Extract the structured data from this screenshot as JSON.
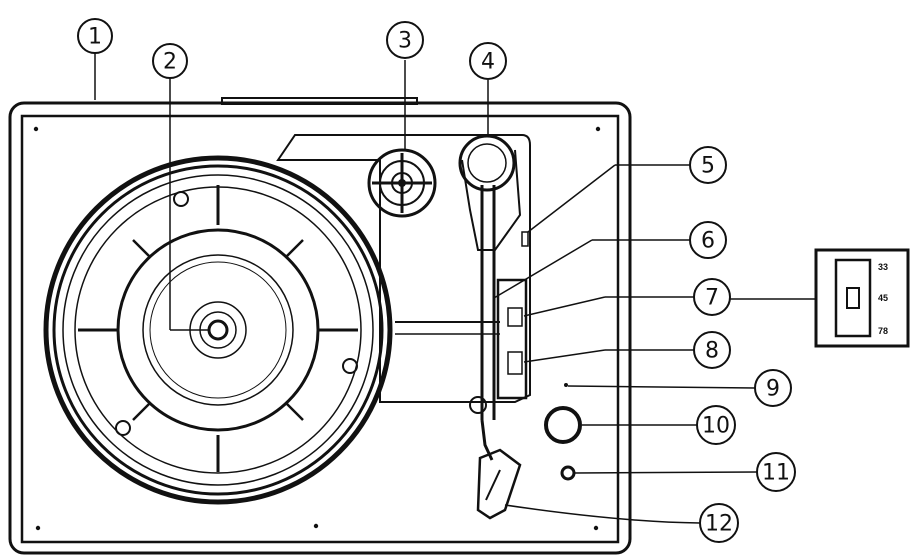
{
  "callouts": [
    {
      "id": "1",
      "label": "1"
    },
    {
      "id": "2",
      "label": "2"
    },
    {
      "id": "3",
      "label": "3"
    },
    {
      "id": "4",
      "label": "4"
    },
    {
      "id": "5",
      "label": "5"
    },
    {
      "id": "6",
      "label": "6"
    },
    {
      "id": "7",
      "label": "7"
    },
    {
      "id": "8",
      "label": "8"
    },
    {
      "id": "9",
      "label": "9"
    },
    {
      "id": "10",
      "label": "10"
    },
    {
      "id": "11",
      "label": "11"
    },
    {
      "id": "12",
      "label": "12"
    }
  ],
  "speed_switch": {
    "options": [
      "33",
      "45",
      "78"
    ]
  }
}
